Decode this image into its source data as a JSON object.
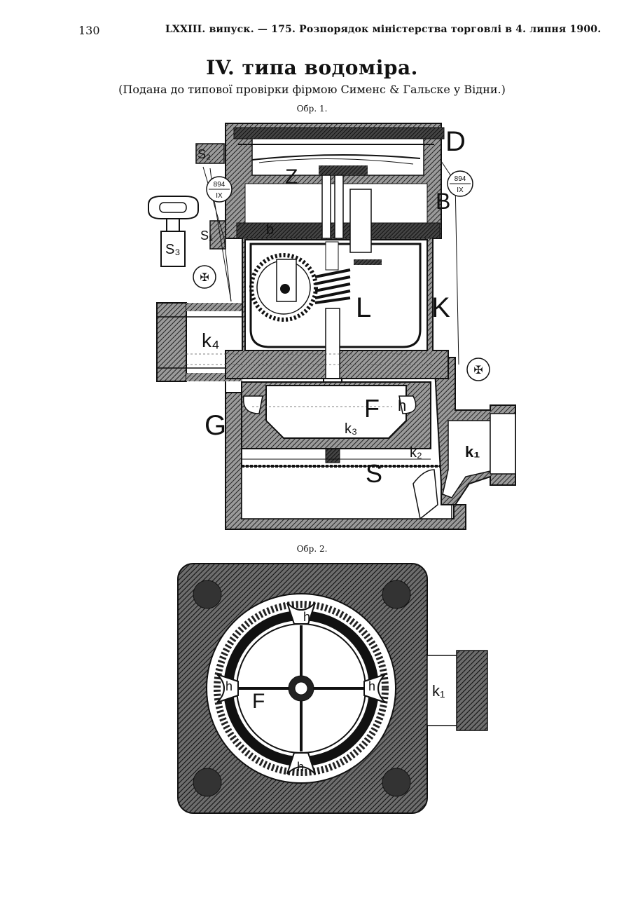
{
  "header": {
    "page_number": "130",
    "running_title": "LXXIII. випуск. — 175. Розпорядок міністерства торговлі в 4. липня 1900."
  },
  "title": "IV. типа водоміра.",
  "subtitle": "(Подана до типової провірки фірмою Сименс & Гальске у Відни.)",
  "figure1": {
    "caption": "Обр. 1.",
    "labels": {
      "D": "D",
      "B": "B",
      "Z": "Z",
      "L": "L",
      "K": "K",
      "F": "F",
      "G": "G",
      "S": "S",
      "h": "h",
      "b": "b",
      "s1": "S₁",
      "s2": "S₂",
      "s3": "S₃",
      "k1": "k₁",
      "k2": "k₂",
      "k3": "k₃",
      "k4": "k₄",
      "seal_num_1": "894",
      "seal_num_2": "IX",
      "seal_num_3": "894",
      "seal_num_4": "IX"
    }
  },
  "figure2": {
    "caption": "Обр. 2.",
    "labels": {
      "F": "F",
      "h": "h",
      "k1": "k₁"
    }
  }
}
